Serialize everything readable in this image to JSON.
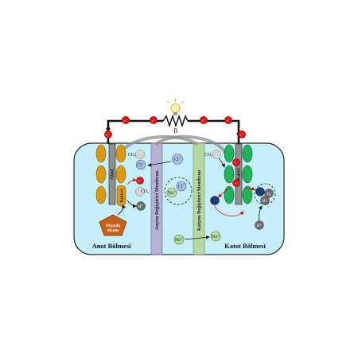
{
  "circuit": {
    "resistor_label": "R",
    "electron_symbol": "e⁻"
  },
  "anode": {
    "electrode_label": "Anot",
    "bacteria_label": "Bakteri",
    "organic_label_line1": "Organik",
    "organic_label_line2": "Madde",
    "chamber_label": "Anot Bölmesi"
  },
  "cathode": {
    "electrode_label": "Katot",
    "chamber_label": "Katot Bölmesi"
  },
  "membranes": {
    "anion": "Anyon Değiştirici Membran",
    "cation": "Katyon Değiştirici Membran"
  },
  "ions": {
    "co2": "CO₂",
    "cl": "Cl⁻",
    "na": "Na⁺",
    "h": "H⁺",
    "h2": "H₂",
    "electron": "e⁻"
  },
  "colors": {
    "tank": "#c6eff9",
    "anion_membrane": "#b8b0d6",
    "cation_membrane": "#b8d8a3",
    "bacteria": "#d89a14",
    "cathode_biofilm": "#1fb35a",
    "organic_matter": "#c8601c",
    "electron": "#e01515"
  }
}
